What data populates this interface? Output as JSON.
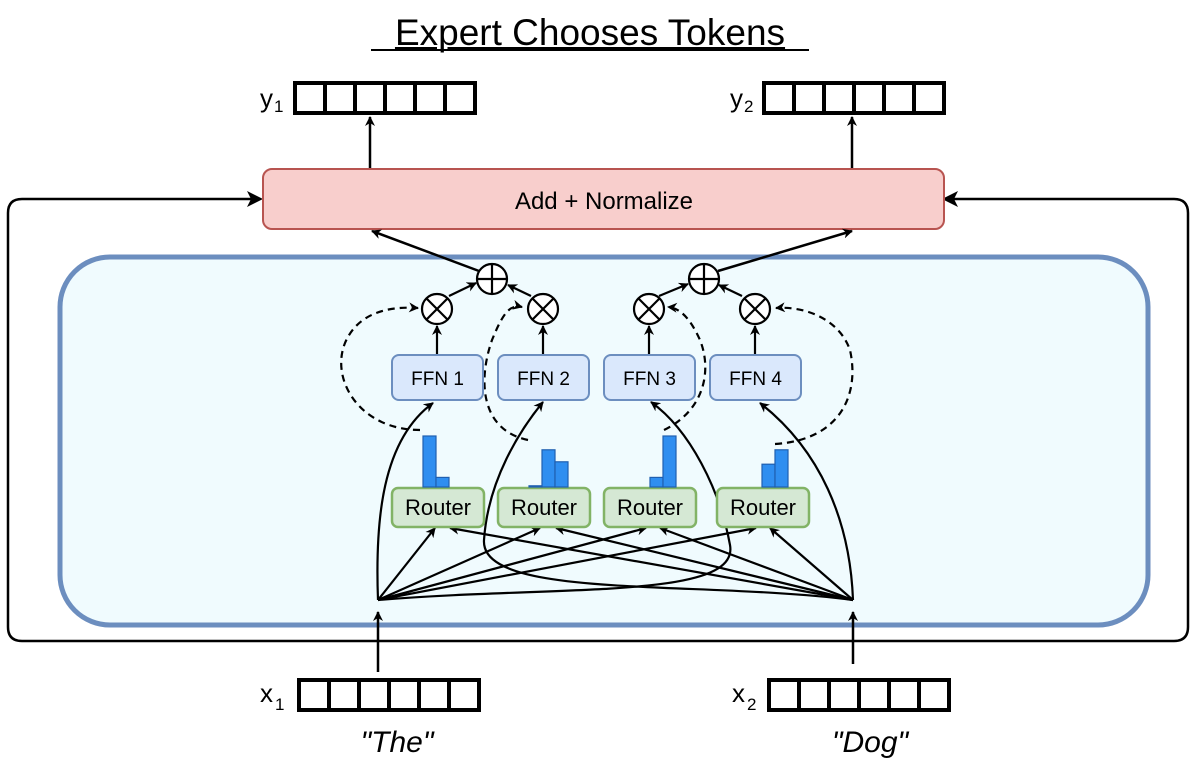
{
  "title": "Expert Chooses Tokens",
  "outputs": [
    {
      "label": "y",
      "sub": "1"
    },
    {
      "label": "y",
      "sub": "2"
    }
  ],
  "inputs": [
    {
      "label": "x",
      "sub": "1",
      "word": "\"The\""
    },
    {
      "label": "x",
      "sub": "2",
      "word": "\"Dog\""
    }
  ],
  "add_normalize": "Add + Normalize",
  "ffn": [
    "FFN 1",
    "FFN 2",
    "FFN 3",
    "FFN 4"
  ],
  "router": "Router",
  "routers": [
    {
      "label": "Router",
      "bars": [
        0.85,
        0.16,
        0.0
      ]
    },
    {
      "label": "Router",
      "bars": [
        0.02,
        0.62,
        0.42
      ]
    },
    {
      "label": "Router",
      "bars": [
        0.0,
        0.16,
        0.85
      ]
    },
    {
      "label": "Router",
      "bars": [
        0.0,
        0.38,
        0.62
      ]
    }
  ],
  "colors": {
    "add_norm_fill": "#f8cecc",
    "add_norm_stroke": "#b85450",
    "panel_fill": "#f0fbfe",
    "panel_stroke": "#6c8ebf",
    "ffn_fill": "#dae8fc",
    "ffn_stroke": "#6c8ebf",
    "router_fill": "#d5e8d4",
    "router_stroke": "#82b366",
    "bar_fill": "#2f8ef0",
    "bar_stroke": "#1f5fb0"
  }
}
